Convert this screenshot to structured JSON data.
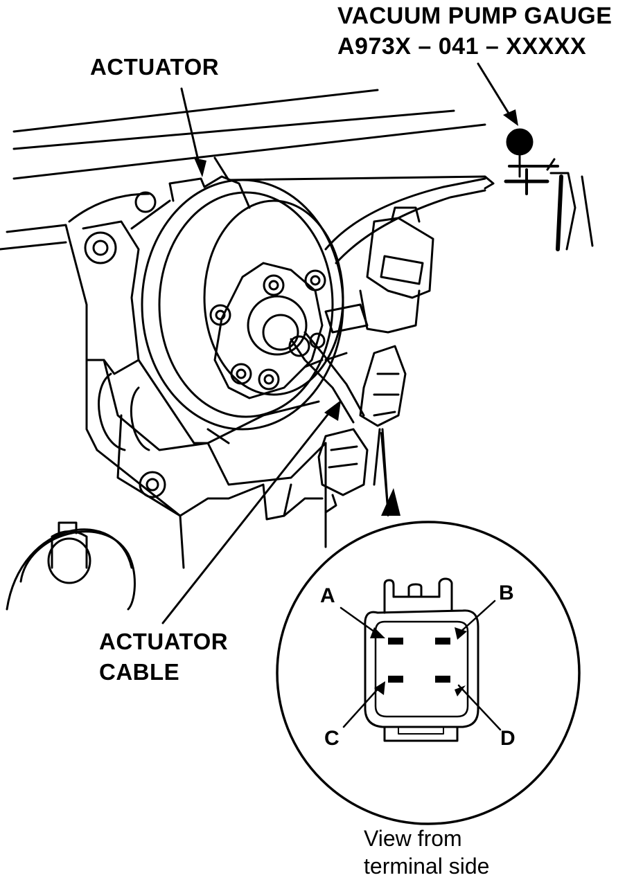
{
  "labels": {
    "vacuum_gauge_line1": "VACUUM PUMP GAUGE",
    "vacuum_gauge_line2": "A973X – 041 – XXXXX",
    "actuator": "ACTUATOR",
    "actuator_cable_line1": "ACTUATOR",
    "actuator_cable_line2": "CABLE",
    "view_line1": "View from",
    "view_line2": "terminal side"
  },
  "connector_pins": {
    "a": "A",
    "b": "B",
    "c": "C",
    "d": "D"
  },
  "colors": {
    "ink": "#000000",
    "paper": "#ffffff"
  }
}
